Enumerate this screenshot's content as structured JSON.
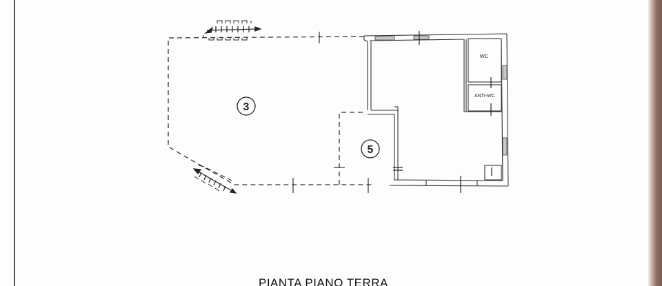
{
  "drawing": {
    "title": "PIANTA PIANO TERRA",
    "rooms": [
      {
        "id": "3",
        "label": "3",
        "type": "numbered-area"
      },
      {
        "id": "5",
        "label": "5",
        "type": "numbered-area"
      },
      {
        "id": "wc",
        "label": "WC",
        "type": "room"
      },
      {
        "id": "anti-wc",
        "label": "ANTI-WC",
        "type": "room"
      }
    ],
    "colors": {
      "line": "#333333",
      "window_fill": "#bbbbbb",
      "paper": "#fdfdfd",
      "binding_edge": "#7b5a50"
    }
  }
}
